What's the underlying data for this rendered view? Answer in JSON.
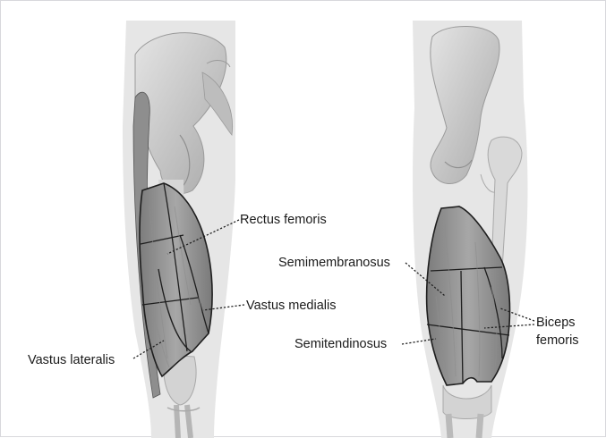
{
  "labels": {
    "rectus_femoris": "Rectus femoris",
    "vastus_medialis": "Vastus medialis",
    "vastus_lateralis": "Vastus lateralis",
    "semimembranosus": "Semimembranosus",
    "semitendinosus": "Semitendinosus",
    "biceps_line1": "Biceps",
    "biceps_line2": "femoris"
  },
  "colors": {
    "skin": "#e6e6e6",
    "bone": "#cfcfcf",
    "bone_dark": "#b3b3b3",
    "muscle": "#8c8c8c",
    "muscle_light": "#a3a3a3",
    "outline": "#1e1e1e"
  }
}
